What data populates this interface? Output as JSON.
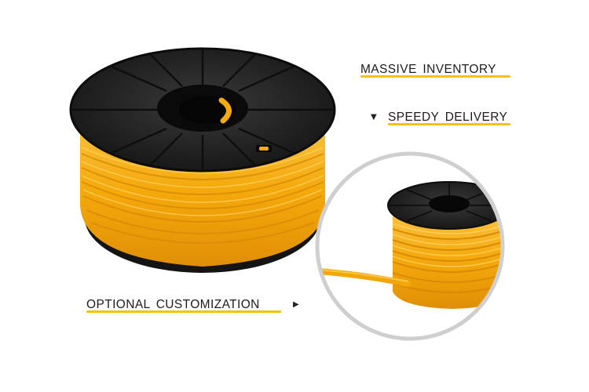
{
  "labels": {
    "massive_inventory": "MASSIVE INVENTORY",
    "speedy_delivery": "SPEEDY DELIVERY",
    "optional_customization": "OPTIONAL CUSTOMIZATION"
  },
  "icons": {
    "speedy_delivery_arrow": "triangle-down-icon",
    "customization_arrow": "triangle-right-icon"
  },
  "colors": {
    "accent_underline": "#f2c313",
    "tube_orange": "#f5ab0c",
    "spool_black": "#1f1f1f",
    "zoom_circle_border": "#cfcfcf"
  }
}
